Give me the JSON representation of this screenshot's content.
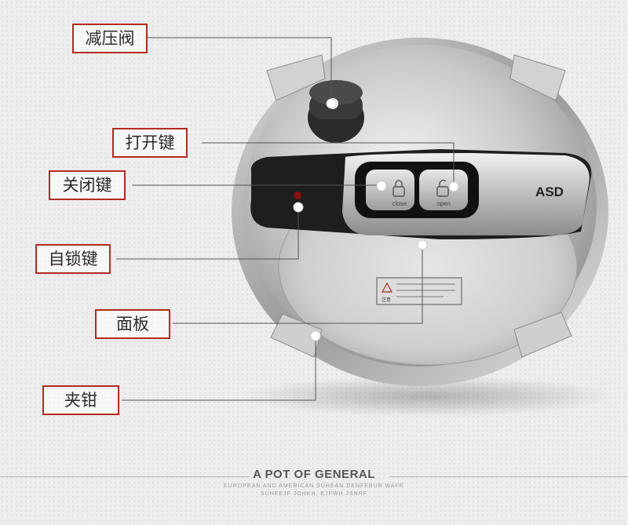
{
  "labels": {
    "pressure_valve": "减压阀",
    "open_key": "打开键",
    "close_key": "关闭键",
    "self_lock_key": "自锁键",
    "panel": "面板",
    "clamp": "夹钳"
  },
  "lid": {
    "brand": "ASD",
    "close_button": "close",
    "open_button": "open",
    "warning_title": "注意"
  },
  "footer": {
    "title": "A POT OF GENERAL",
    "subtitle_1": "EUROPEAN AND AMERICAN SUHEAN DENFEBUR WAFR",
    "subtitle_2": "SUHEEJF JOHKH, EJFWH JSNRF"
  },
  "colors": {
    "callout_border": "#b32a22",
    "leader_line": "#555555",
    "handle": "#1e1e1e"
  }
}
